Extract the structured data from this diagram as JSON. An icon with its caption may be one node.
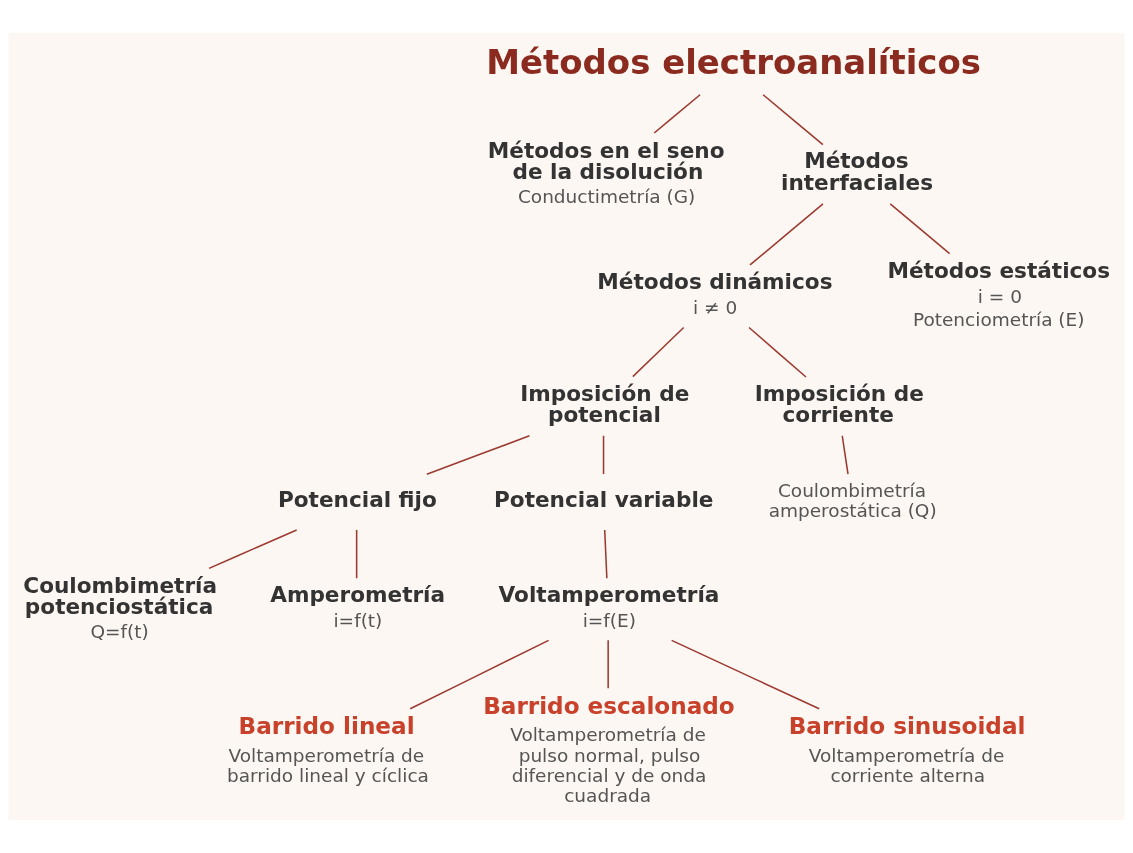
{
  "diagram": {
    "nodes": [
      {
        "text": [
          "Métodos electroanalíticos"
        ]
      },
      {
        "text": [
          "Métodos en el seno de la disolución",
          "Conductimetría (G)"
        ]
      },
      {
        "text": [
          "Métodos interfaciales"
        ]
      },
      {
        "text": [
          "Métodos dinámicos",
          "i ≠ 0"
        ]
      },
      {
        "text": [
          "Métodos estáticos",
          "i = 0",
          "Potenciometría (E)"
        ]
      },
      {
        "text": [
          "Imposición de potencial"
        ]
      },
      {
        "text": [
          "Imposición de corriente"
        ]
      },
      {
        "text": [
          "Coulombimetría amperostática (Q)"
        ]
      },
      {
        "text": [
          "Potencial fijo"
        ]
      },
      {
        "text": [
          "Potencial variable"
        ]
      },
      {
        "text": [
          "Coulombimetría potenciostática",
          "Q=f(t)"
        ]
      },
      {
        "text": [
          "Amperometría",
          "i=f(t)"
        ]
      },
      {
        "text": [
          "Voltamperometría",
          "i=f(E)"
        ]
      },
      {
        "text": [
          "Barrido lineal",
          "Voltamperometría de barrido lineal y cíclica"
        ]
      },
      {
        "text": [
          "Barrido escalonado",
          "Voltamperometría de pulso normal, pulso diferencial y de onda cuadrada"
        ]
      },
      {
        "text": [
          "Barrido sinusoidal",
          "Voltamperometría de corriente alterna"
        ]
      }
    ],
    "edges": [
      {
        "from": 0,
        "to": 1,
        "arrow": "none"
      },
      {
        "from": 0,
        "to": 2,
        "arrow": "none"
      },
      {
        "from": 2,
        "to": 3,
        "arrow": "none"
      },
      {
        "from": 2,
        "to": 4,
        "arrow": "none"
      },
      {
        "from": 3,
        "to": 5,
        "arrow": "none"
      },
      {
        "from": 3,
        "to": 6,
        "arrow": "none"
      },
      {
        "from": 6,
        "to": 7,
        "arrow": "none"
      },
      {
        "from": 5,
        "to": 8,
        "arrow": "none"
      },
      {
        "from": 5,
        "to": 9,
        "arrow": "none"
      },
      {
        "from": 8,
        "to": 10,
        "arrow": "none"
      },
      {
        "from": 8,
        "to": 11,
        "arrow": "none"
      },
      {
        "from": 9,
        "to": 12,
        "arrow": "none"
      },
      {
        "from": 12,
        "to": 13,
        "arrow": "none"
      },
      {
        "from": 12,
        "to": 14,
        "arrow": "none"
      },
      {
        "from": 12,
        "to": 15,
        "arrow": "none"
      }
    ]
  }
}
